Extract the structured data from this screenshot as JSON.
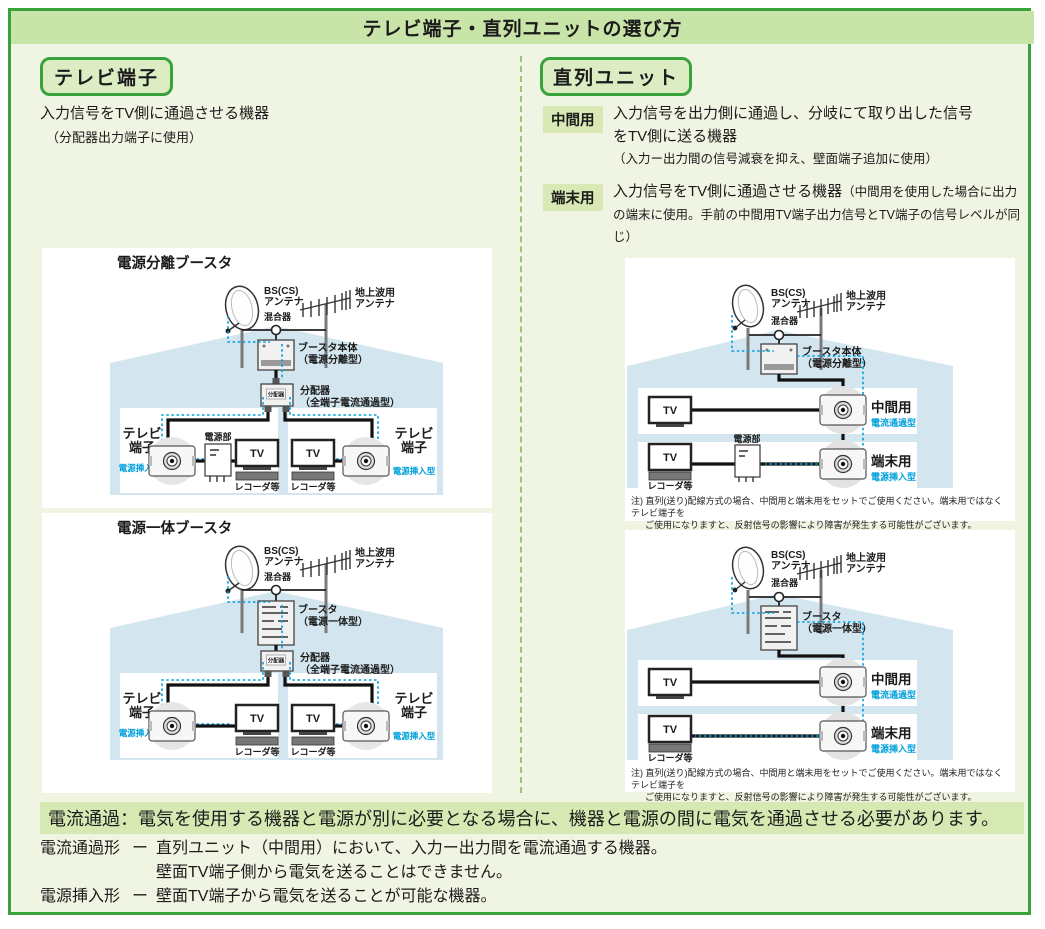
{
  "title": "テレビ端子・直列ユニットの選び方",
  "left": {
    "badge": "テレビ端子",
    "desc_main": "入力信号をTV側に通過させる機器",
    "desc_sub": "（分配器出力端子に使用）"
  },
  "right": {
    "badge": "直列ユニット",
    "chukan_label": "中間用",
    "chukan_main1": "入力信号を出力側に通過し、分岐にて取り出した信号",
    "chukan_main2": "をTV側に送る機器",
    "chukan_sub": "（入力ー出力間の信号減衰を抑え、壁面端子追加に使用）",
    "tanmatsu_label": "端末用",
    "tanmatsu_main": "入力信号をTV側に通過させる機器",
    "tanmatsu_sub": "（中間用を使用した場合に出力の端末に使用。手前の中間用TV端子出力信号とTV端子の信号レベルが同じ）",
    "note1": "注) 直列(送り)配線方式の場合、中間用と端末用をセットでご使用ください。端末用ではなくテレビ端子を",
    "note2": "ご使用になりますと、反射信号の影響により障害が発生する可能性がございます。"
  },
  "diagrams": {
    "d1_title": "電源分離ブースタ",
    "d2_title": "電源一体ブースタ",
    "bs1": "BS(CS)",
    "bs2": "アンテナ",
    "terr1": "地上波用",
    "terr2": "アンテナ",
    "mixer": "混合器",
    "booster_sep1": "ブースタ本体",
    "booster_sep2": "（電源分離型）",
    "booster_int1": "ブースタ",
    "booster_int2": "（電源一体型）",
    "splitter_box": "分配器",
    "splitter1": "分配器",
    "splitter2": "（全端子電流通過型）",
    "tv": "TV",
    "recorder": "レコーダ等",
    "power_unit": "電源部",
    "tvtan1": "テレビ",
    "tvtan2": "端子",
    "power_insert": "電源挿入型",
    "current_pass": "電流通過型",
    "chukan": "中間用",
    "tanmatsu": "端末用"
  },
  "bottom": {
    "highlight": "電流通過：電気を使用する機器と電源が別に必要となる場合に、機器と電源の間に電気を通過させる必要があります。",
    "r1_label": "電流通過形",
    "r1_dash": "ー",
    "r1_text1": "直列ユニット（中間用）において、入力ー出力間を電流通過する機器。",
    "r1_text2": "壁面TV端子側から電気を送ることはできません。",
    "r2_label": "電源挿入形",
    "r2_dash": "ー",
    "r2_text": "壁面TV端子から電気を送ることが可能な機器。"
  },
  "colors": {
    "accent_green": "#3aa23a",
    "title_bg": "#c9e4a9",
    "page_bg": "#f0f4e2",
    "badge_bg": "#dcedc4",
    "label_bg": "#d9e9b6",
    "highlight_bg": "#d6e9b3",
    "house_blue": "#d3e6f0",
    "power_blue": "#00a0dc"
  }
}
